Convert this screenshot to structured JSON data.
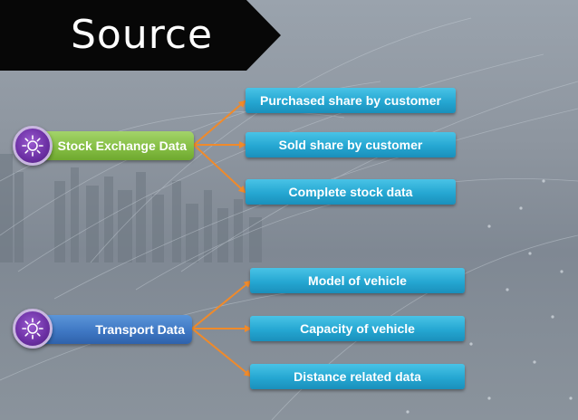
{
  "title": "Source",
  "sources": [
    {
      "label": "Stock Exchange Data",
      "icon": "sun-icon",
      "color": "#86bf45",
      "targets": [
        "Purchased share by customer",
        "Sold share by customer",
        "Complete stock data"
      ]
    },
    {
      "label": "Transport Data",
      "icon": "sun-icon",
      "color": "#3f78c4",
      "targets": [
        "Model of vehicle",
        "Capacity of vehicle",
        "Distance related data"
      ]
    }
  ],
  "colors": {
    "arrow": "#f08a2a",
    "target_box": "#25a7d2",
    "icon_circle": "#6b2fa3",
    "banner": "#070707"
  }
}
